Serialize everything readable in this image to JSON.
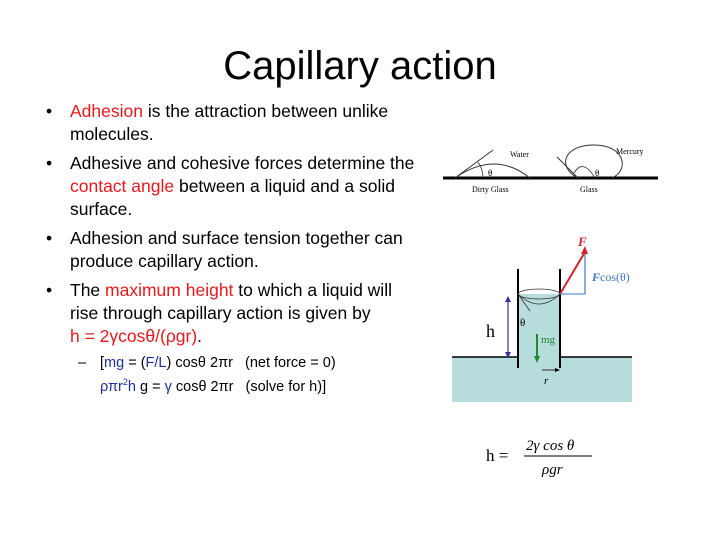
{
  "slide": {
    "title": "Capillary action",
    "bullets": [
      {
        "highlight": "Adhesion",
        "text": " is the attraction between unlike molecules."
      },
      {
        "pre": "Adhesive and cohesive forces determine the ",
        "highlight": "contact angle",
        "post": " between a liquid and a solid surface."
      },
      {
        "text": "Adhesion and surface tension together can produce capillary action."
      },
      {
        "pre": "The ",
        "highlight": "maximum height",
        "post": " to which a liquid will rise through capillary action is given by",
        "formula": "h = 2γcosθ/(ρgr)",
        "formula_end": "."
      }
    ],
    "sub_bullet": {
      "line1": {
        "bracket": "[",
        "mg": "mg",
        "eq": " = (",
        "FL": "F/L",
        "rest": ") cosθ 2πr   (net force = 0)"
      },
      "line2": {
        "rho": "ρπr",
        "sup": "2",
        "h": "h",
        "g": " g = ",
        "gamma": "γ",
        "rest": " cosθ 2πr   (solve for h)]"
      }
    },
    "bullet_symbol": "•",
    "dash_symbol": "–",
    "colors": {
      "highlight_red": "#e8191d",
      "variable_blue": "#1f2f9e",
      "liquid": "#b7dcdc",
      "force_red": "#d0262a",
      "force_blue": "#3b78c4",
      "mg_green": "#1e8a2e",
      "h_arrow": "#3a2fa0"
    }
  },
  "figures": {
    "contact_angle": {
      "label_water": "Water",
      "label_mercury": "Mercury",
      "label_dirty_glass": "Dirty Glass",
      "label_glass": "Glass",
      "theta": "θ"
    },
    "capillary_tube": {
      "F": "F",
      "Fcos_F": "F",
      "Fcos_rest": "cos(θ)",
      "h": "h",
      "theta": "θ",
      "mg": "mg",
      "r": "r"
    },
    "formula": {
      "lhs": "h =",
      "numerator": "2γ cos θ",
      "denominator": "ρgr"
    }
  }
}
